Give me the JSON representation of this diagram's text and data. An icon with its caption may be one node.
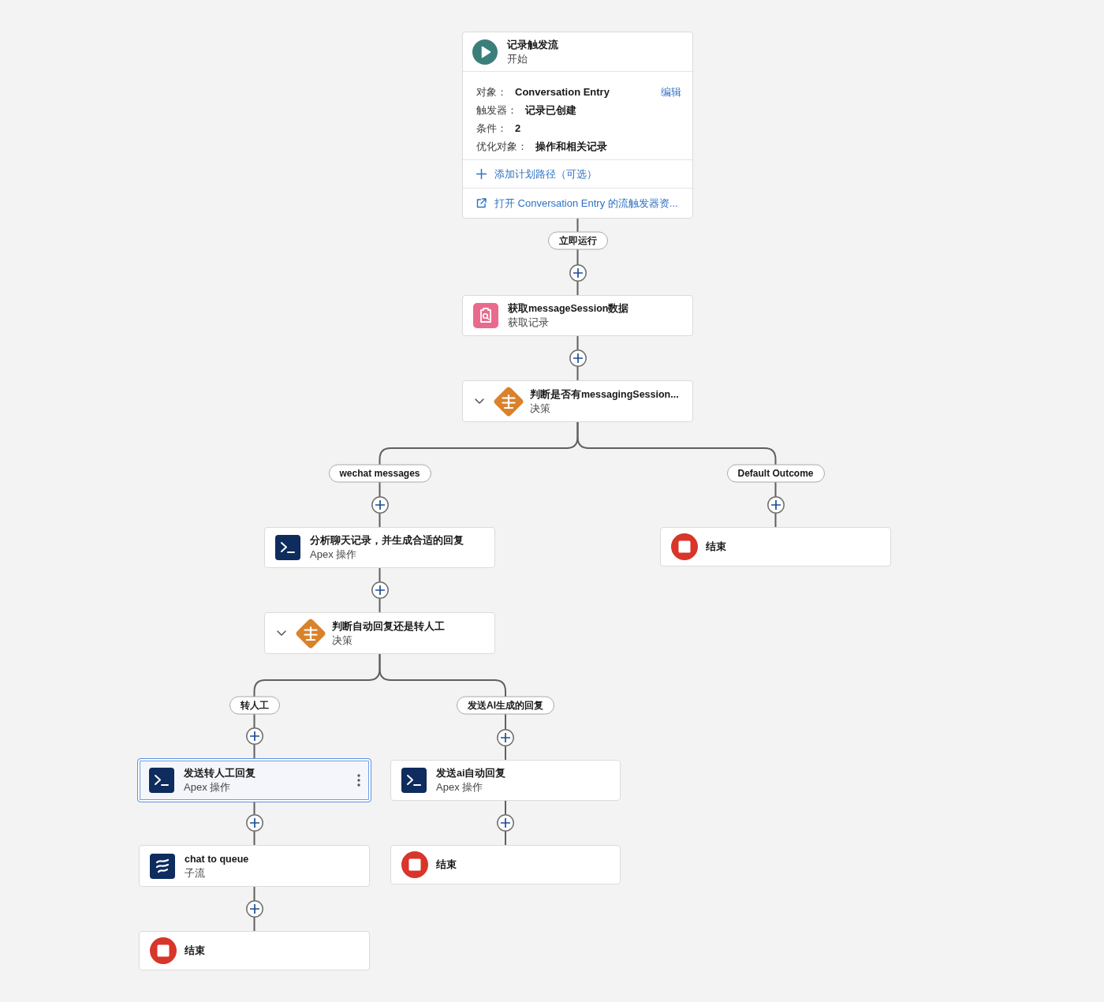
{
  "diagram": {
    "nodes": [
      {
        "text": [
          "记录触发流",
          "开始",
          "对象：",
          "Conversation Entry",
          "编辑",
          "触发器：",
          "记录已创建",
          "条件：",
          "2",
          "优化对象：",
          "操作和相关记录",
          "添加计划路径（可选）",
          "打开 Conversation Entry 的流触发器资..."
        ]
      },
      {
        "text": [
          "获取messageSession数据",
          "获取记录"
        ]
      },
      {
        "text": [
          "判断是否有messagingSession...",
          "决策"
        ]
      },
      {
        "text": [
          "分析聊天记录，并生成合适的回复",
          "Apex 操作"
        ]
      },
      {
        "text": [
          "结束"
        ]
      },
      {
        "text": [
          "判断自动回复还是转人工",
          "决策"
        ]
      },
      {
        "text": [
          "发送转人工回复",
          "Apex 操作"
        ]
      },
      {
        "text": [
          "发送ai自动回复",
          "Apex 操作"
        ]
      },
      {
        "text": [
          "chat to queue",
          "子流"
        ]
      },
      {
        "text": [
          "结束"
        ]
      },
      {
        "text": [
          "结束"
        ]
      }
    ],
    "edges": [
      {
        "from": 0,
        "to": 1,
        "arrow": "none",
        "label": "立即运行"
      },
      {
        "from": 1,
        "to": 2,
        "arrow": "none"
      },
      {
        "from": 2,
        "to": 3,
        "arrow": "none",
        "label": "wechat messages"
      },
      {
        "from": 2,
        "to": 4,
        "arrow": "none",
        "label": "Default Outcome"
      },
      {
        "from": 3,
        "to": 5,
        "arrow": "none"
      },
      {
        "from": 5,
        "to": 6,
        "arrow": "none",
        "label": "转人工"
      },
      {
        "from": 5,
        "to": 7,
        "arrow": "none",
        "label": "发送AI生成的回复"
      },
      {
        "from": 6,
        "to": 8,
        "arrow": "none"
      },
      {
        "from": 7,
        "to": 9,
        "arrow": "none"
      },
      {
        "from": 8,
        "to": 10,
        "arrow": "none"
      }
    ]
  }
}
